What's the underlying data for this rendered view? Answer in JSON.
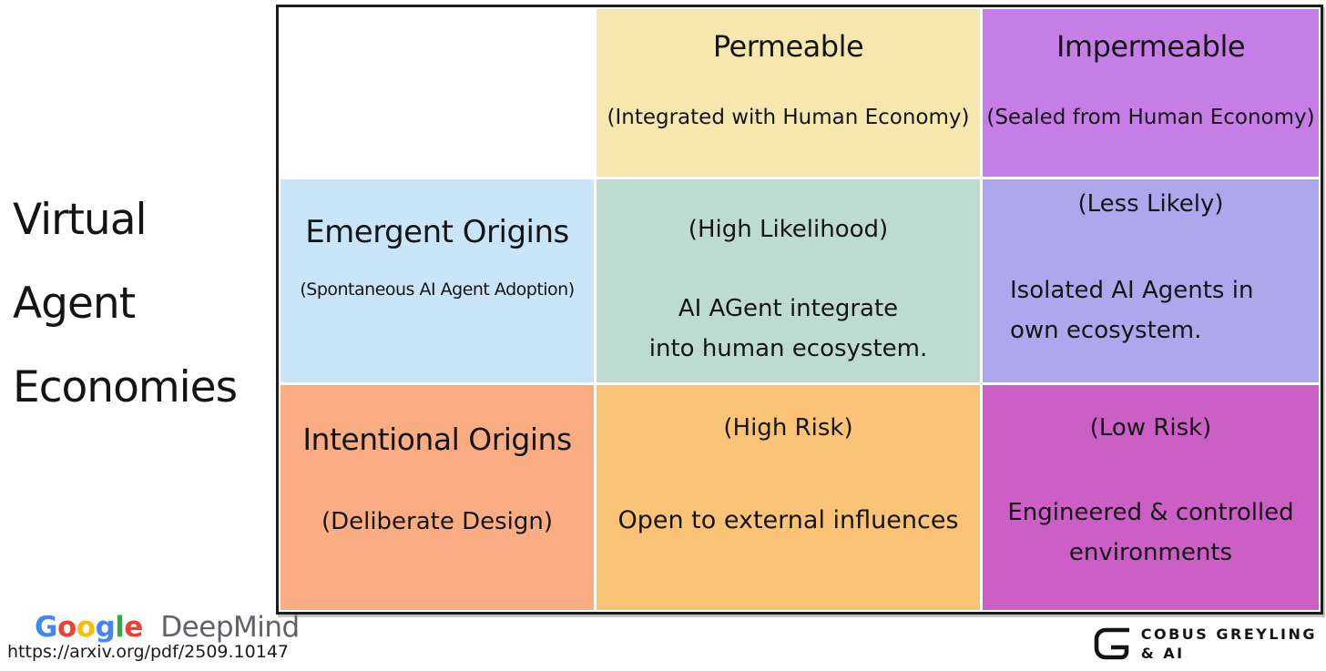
{
  "title": {
    "lines": [
      "Virtual",
      "Agent",
      "Economies"
    ]
  },
  "matrix": {
    "col_headers": [
      {
        "title": "Permeable",
        "subtitle": "(Integrated with Human Economy)"
      },
      {
        "title": "Impermeable",
        "subtitle": "(Sealed from Human Economy)"
      }
    ],
    "row_headers": [
      {
        "title": "Emergent Origins",
        "subtitle": "(Spontaneous AI Agent Adoption)"
      },
      {
        "title": "Intentional Origins",
        "subtitle": "(Deliberate Design)"
      }
    ],
    "cells": {
      "emergent_permeable": {
        "tag": "(High Likelihood)",
        "body": "AI AGent integrate\ninto human ecosystem."
      },
      "emergent_impermeable": {
        "tag": "(Less Likely)",
        "body": "Isolated AI Agents in\nown ecosystem."
      },
      "intentional_permeable": {
        "tag": "(High Risk)",
        "body": "Open to external influences"
      },
      "intentional_impermeable": {
        "tag": "(Low Risk)",
        "body": "Engineered & controlled\nenvironments"
      }
    }
  },
  "colors": {
    "border": "#1c1c1c",
    "permeable_header_bg": "#f5e7ae",
    "impermeable_header_bg": "#c67ee7",
    "emergent_header_bg": "#c9e5f7",
    "intentional_header_bg": "#faad82",
    "emergent_permeable_bg": "#bedbd2",
    "emergent_impermeable_bg": "#ada8ee",
    "intentional_permeable_bg": "#fbc375",
    "intentional_impermeable_bg": "#cb5fc5",
    "google_letters": [
      "#4285F4",
      "#EA4335",
      "#FBBC05",
      "#4285F4",
      "#34A853",
      "#EA4335"
    ],
    "deepmind_text": "#5f6368"
  },
  "footer": {
    "google": [
      "G",
      "o",
      "o",
      "g",
      "l",
      "e"
    ],
    "deepmind": "DeepMind",
    "url": "https://arxiv.org/pdf/2509.10147",
    "brand": {
      "line1": "COBUS GREYLING",
      "line2": "& AI"
    }
  }
}
